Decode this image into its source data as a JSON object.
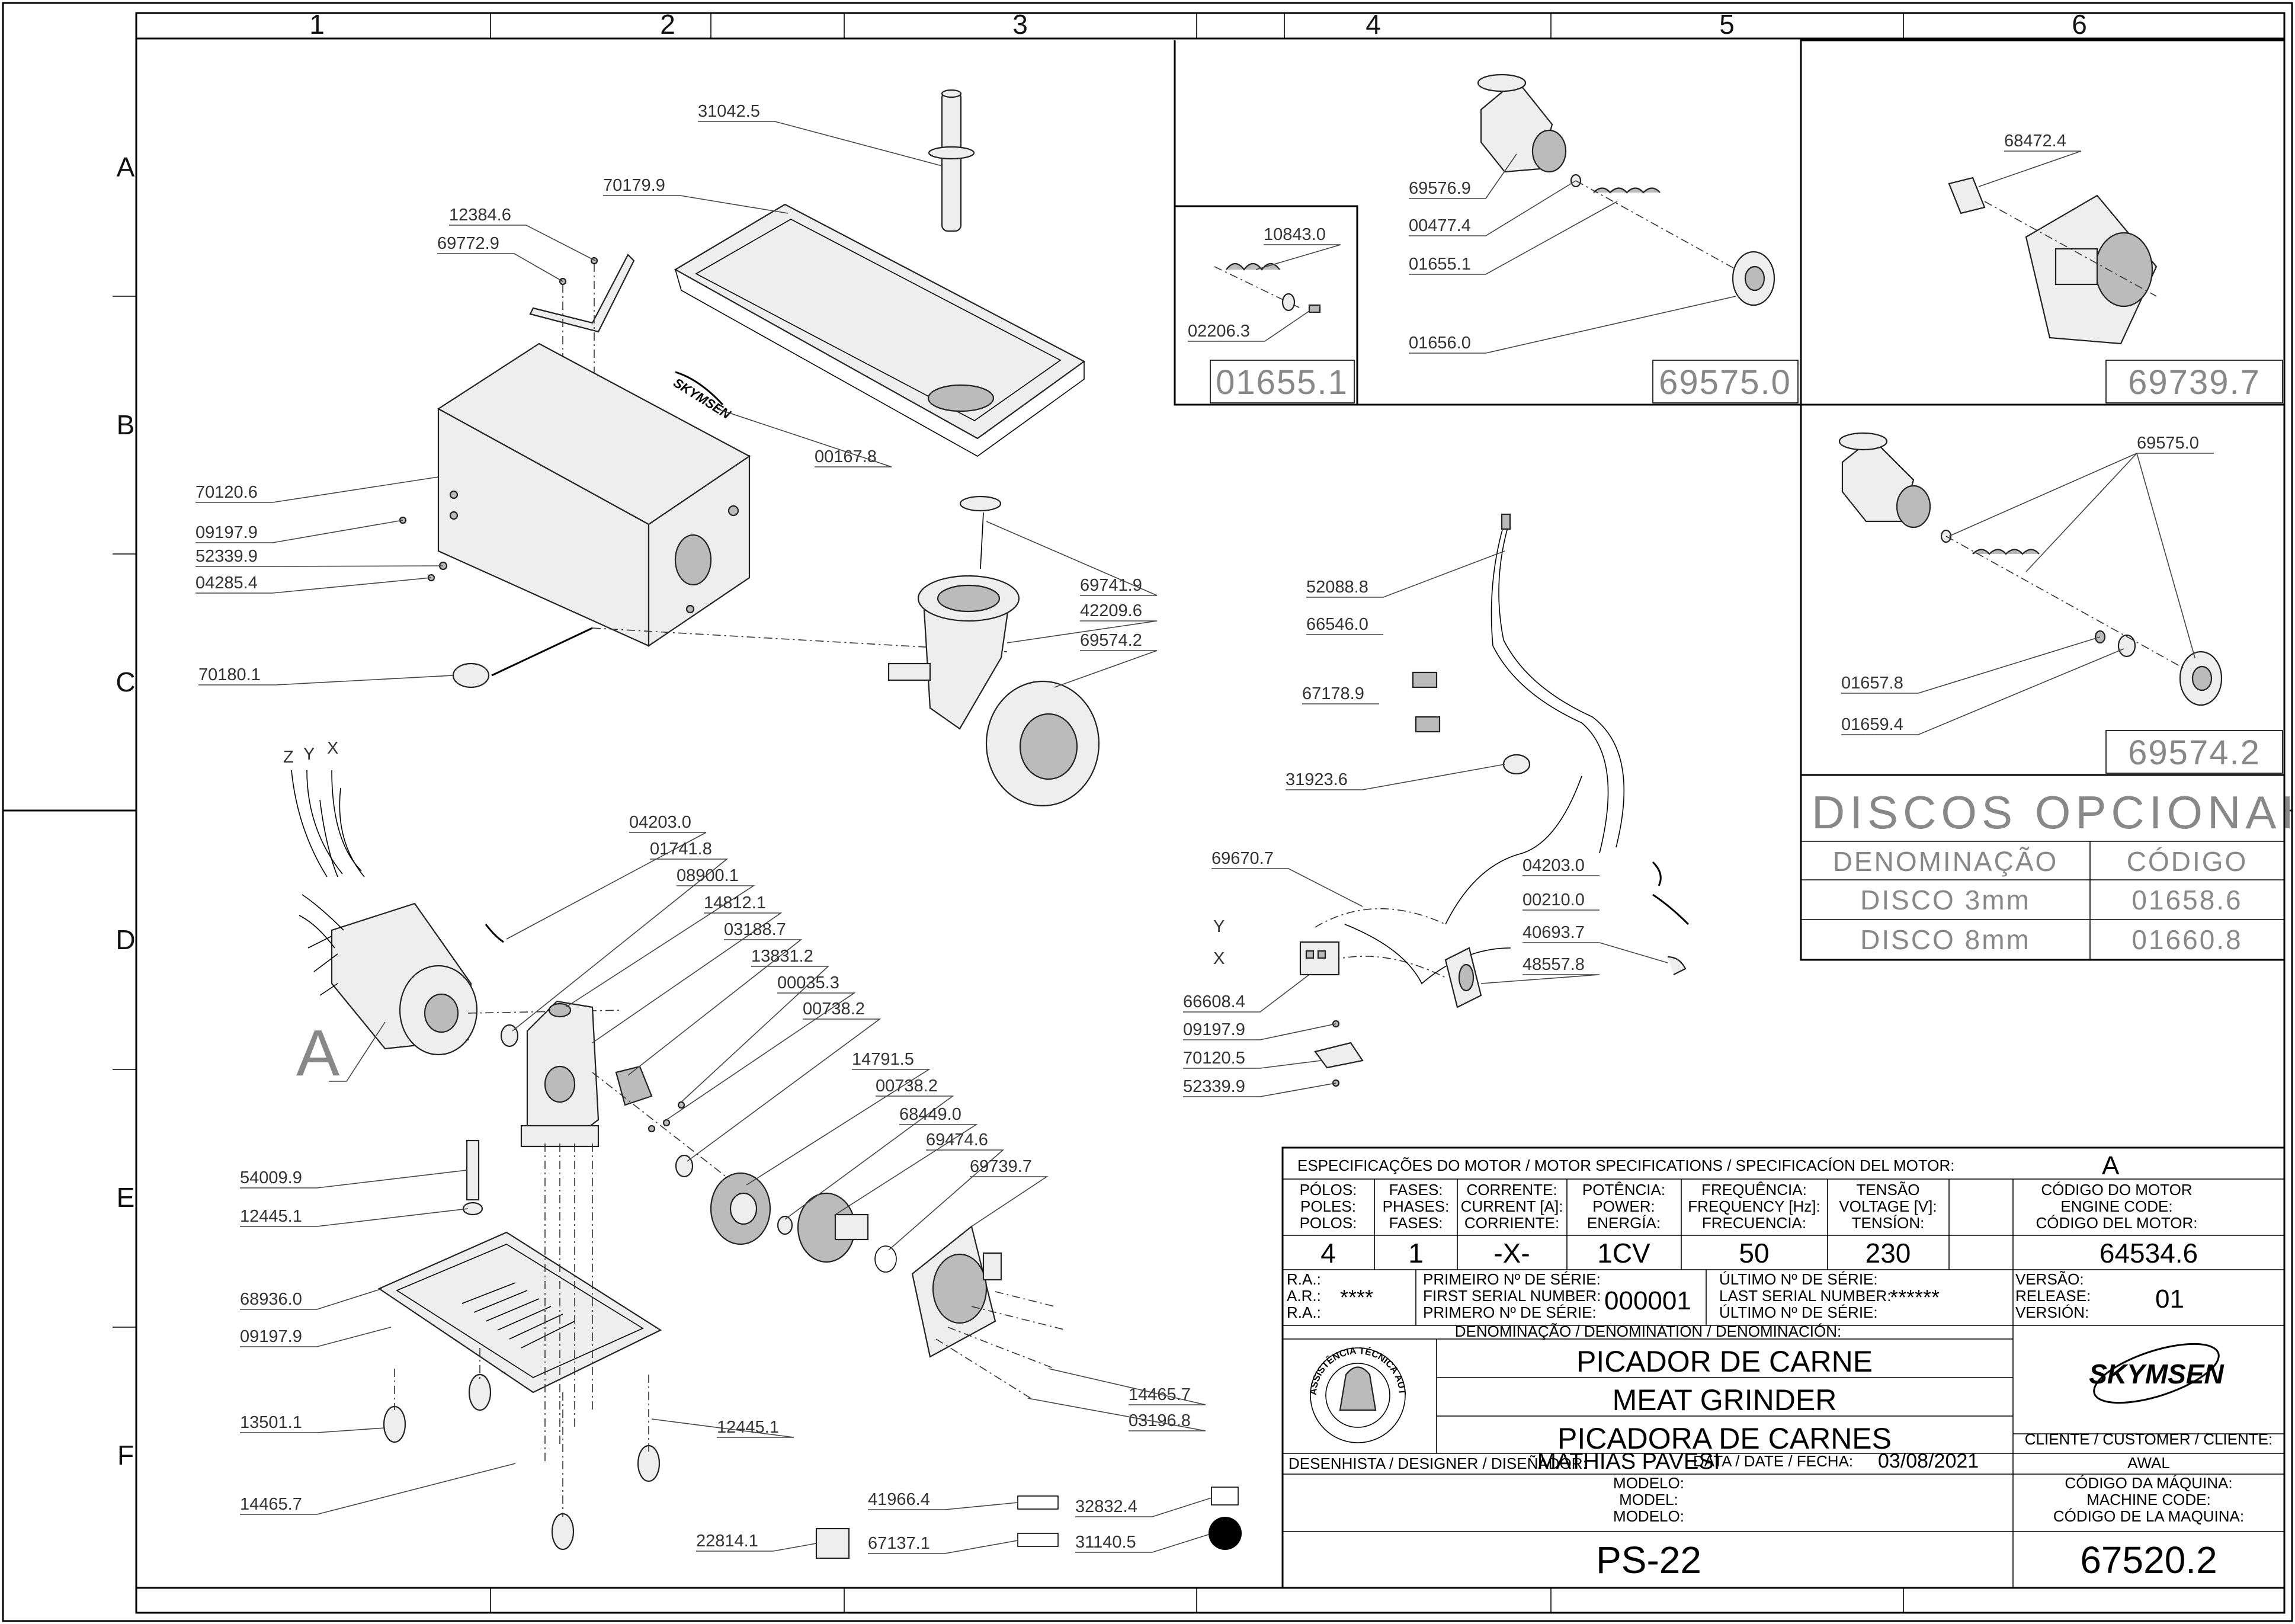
{
  "zones": {
    "columns": [
      "1",
      "2",
      "3",
      "4",
      "5",
      "6"
    ],
    "rows": [
      "A",
      "B",
      "C",
      "D",
      "E",
      "F"
    ]
  },
  "parts": {
    "p31042_5": "31042.5",
    "p70179_9": "70179.9",
    "p12384_6": "12384.6",
    "p69772_9": "69772.9",
    "p00167_8": "00167.8",
    "p70120_6": "70120.6",
    "p09197_9a": "09197.9",
    "p52339_9a": "52339.9",
    "p04285_4": "04285.4",
    "p70180_1": "70180.1",
    "p69741_9": "69741.9",
    "p42209_6": "42209.6",
    "p69574_2": "69574.2",
    "p04203_0a": "04203.0",
    "p01741_8": "01741.8",
    "p08900_1": "08900.1",
    "p14812_1": "14812.1",
    "p03188_7": "03188.7",
    "p13831_2": "13831.2",
    "p00035_3": "00035.3",
    "p00738_2a": "00738.2",
    "p14791_5": "14791.5",
    "p00738_2b": "00738.2",
    "p68449_0": "68449.0",
    "p69474_6": "69474.6",
    "p69739_7": "69739.7",
    "p54009_9": "54009.9",
    "p12445_1a": "12445.1",
    "p68936_0": "68936.0",
    "p09197_9b": "09197.9",
    "p13501_1": "13501.1",
    "p12445_1b": "12445.1",
    "p14465_7a": "14465.7",
    "p03196_8": "03196.8",
    "p14465_7b": "14465.7",
    "p41966_4": "41966.4",
    "p32832_4": "32832.4",
    "p22814_1": "22814.1",
    "p67137_1": "67137.1",
    "p31140_5": "31140.5",
    "p10843_0": "10843.0",
    "p02206_3": "02206.3",
    "p69576_9": "69576.9",
    "p00477_4": "00477.4",
    "p01655_1": "01655.1",
    "p01656_0": "01656.0",
    "p68472_4": "68472.4",
    "p69575_0": "69575.0",
    "p01657_8": "01657.8",
    "p01659_4": "01659.4",
    "p52088_8": "52088.8",
    "p66546_0": "66546.0",
    "p67178_9": "67178.9",
    "p31923_6": "31923.6",
    "p69670_7": "69670.7",
    "p04203_0b": "04203.0",
    "p00210_0": "00210.0",
    "p40693_7": "40693.7",
    "p48557_8": "48557.8",
    "p66608_4": "66608.4",
    "p09197_9c": "09197.9",
    "p70120_5": "70120.5",
    "p52339_9b": "52339.9"
  },
  "markers": {
    "motor_detail": "A",
    "wire_z": "Z",
    "wire_y": "Y",
    "wire_x": "X",
    "line_y": "Y",
    "line_x": "X"
  },
  "detail_boxes": {
    "box1": "01655.1",
    "box2": "69575.0",
    "box3": "69739.7",
    "box4": "69574.2"
  },
  "optional_discs": {
    "title": "DISCOS OPCIONAIS",
    "head_name": "DENOMINAÇÃO",
    "head_code": "CÓDIGO",
    "rows": [
      {
        "name": "DISCO  3mm",
        "code": "01658.6"
      },
      {
        "name": "DISCO  8mm",
        "code": "01660.8"
      }
    ]
  },
  "motor_spec": {
    "header": "ESPECIFICAÇÕES DO MOTOR / MOTOR SPECIFICATIONS / SPECIFICACÍON DEL MOTOR:",
    "motor_ref": "A",
    "col_poles": [
      "PÓLOS:",
      "POLES:",
      "POLOS:"
    ],
    "col_phases": [
      "FASES:",
      "PHASES:",
      "FASES:"
    ],
    "col_current": [
      "CORRENTE:",
      "CURRENT [A]:",
      "CORRIENTE:"
    ],
    "col_power": [
      "POTÊNCIA:",
      "POWER:",
      "ENERGÍA:"
    ],
    "col_freq": [
      "FREQUÊNCIA:",
      "FREQUENCY [Hz]:",
      "FRECUENCIA:"
    ],
    "col_volt": [
      "TENSÃO",
      "VOLTAGE [V]:",
      "TENSÍON:"
    ],
    "col_code": [
      "CÓDIGO DO MOTOR",
      "ENGINE CODE:",
      "CÓDIGO DEL MOTOR:"
    ],
    "values": {
      "poles": "4",
      "phases": "1",
      "current": "-X-",
      "power": "1CV",
      "frequency": "50",
      "voltage": "230",
      "engine_code": "64534.6"
    }
  },
  "title_block": {
    "ra_labels": [
      "R.A.:",
      "A.R.:",
      "R.A.:"
    ],
    "ra_value": "****",
    "first_serial_labels": [
      "PRIMEIRO Nº DE SÉRIE:",
      "FIRST SERIAL NUMBER:",
      "PRIMERO Nº DE SÉRIE:"
    ],
    "first_serial": "000001",
    "last_serial_labels": [
      "ÚLTIMO Nº DE SÉRIE:",
      "LAST SERIAL NUMBER:",
      "ÚLTIMO Nº DE SÉRIE:"
    ],
    "last_serial": "******",
    "version_labels": [
      "VERSÃO:",
      "RELEASE:",
      "VERSIÓN:"
    ],
    "version": "01",
    "denomination_header": "DENOMINAÇÃO / DENOMINATION / DENOMINACIÓN:",
    "names": [
      "PICADOR DE CARNE",
      "MEAT GRINDER",
      "PICADORA DE CARNES"
    ],
    "brand": "SKYMSEN",
    "seal_text": "ASSISTÊNCIA TÉCNICA AUTORIZADA",
    "designer_label": "DESENHISTA / DESIGNER / DISEÑADOR:",
    "designer": "MATHIAS PAVESI",
    "date_label": "DATA / DATE / FECHA:",
    "date": "03/08/2021",
    "client_label": "CLIENTE / CUSTOMER / CLIENTE:",
    "client": "AWAL",
    "model_labels": [
      "MODELO:",
      "MODEL:",
      "MODELO:"
    ],
    "model": "PS-22",
    "machine_code_labels": [
      "CÓDIGO DA MÁQUINA:",
      "MACHINE CODE:",
      "CÓDIGO DE LA MAQUINA:"
    ],
    "machine_code": "67520.2"
  }
}
